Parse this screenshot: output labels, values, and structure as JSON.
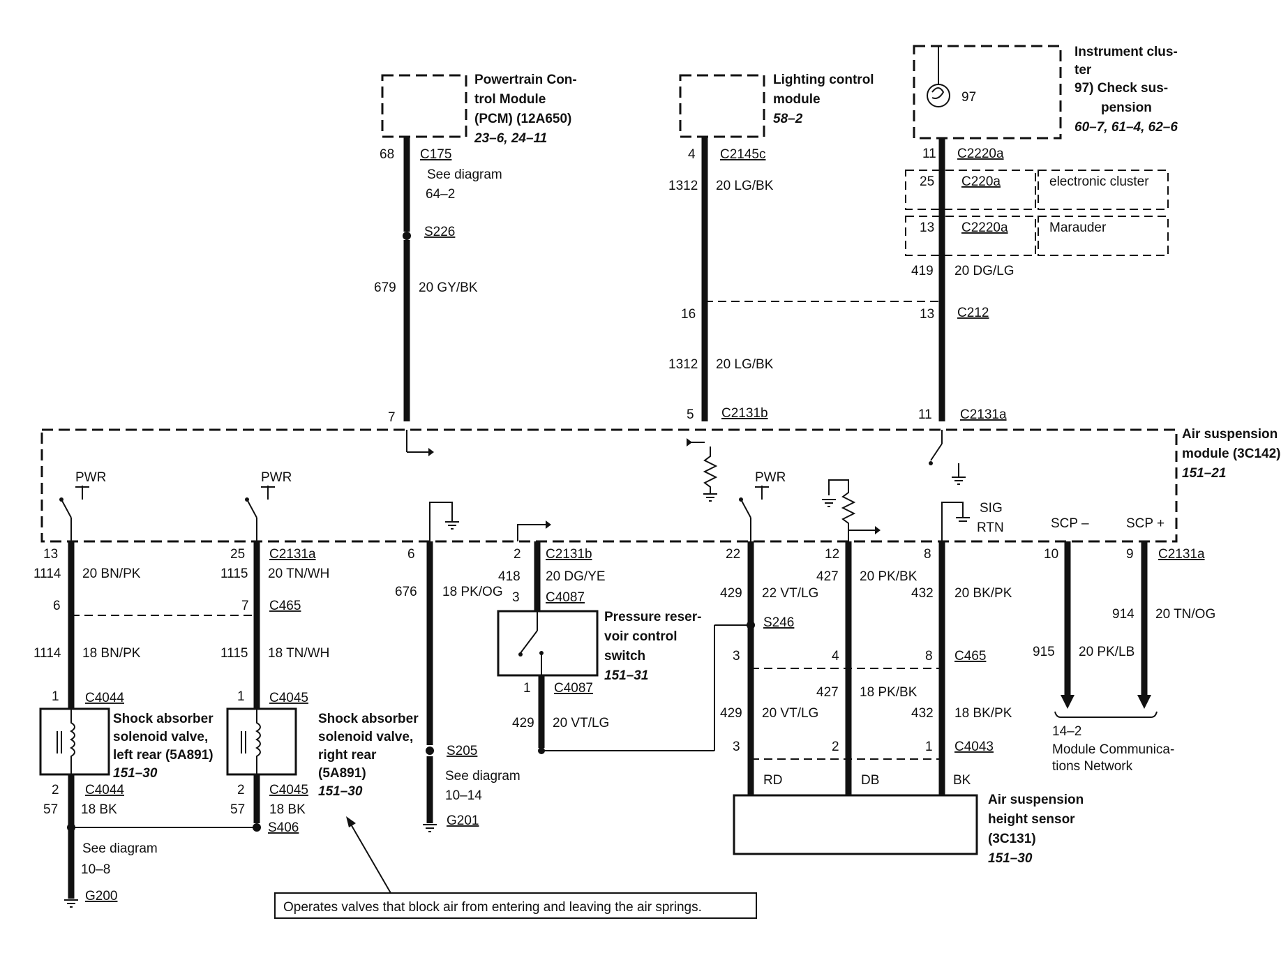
{
  "modules": {
    "pcm": {
      "name_lines": [
        "Powertrain Con-",
        "trol Module",
        "(PCM) (12A650)"
      ],
      "ref": "23–6, 24–11"
    },
    "lighting": {
      "name_lines": [
        "Lighting control",
        "module"
      ],
      "ref": "58–2"
    },
    "cluster": {
      "name_lines": [
        "Instrument clus-",
        "ter",
        "97) Check sus-",
        "pension"
      ],
      "ref": "60–7, 61–4, 62–6",
      "bulb_id": "97"
    },
    "air_susp": {
      "name_lines": [
        "Air suspension",
        "module (3C142)"
      ],
      "ref": "151–21"
    },
    "pressure_switch": {
      "name_lines": [
        "Pressure reser-",
        "voir control",
        "switch"
      ],
      "ref": "151–31"
    },
    "shock_lr": {
      "name_lines": [
        "Shock absorber",
        "solenoid valve,",
        "left rear (5A891)"
      ],
      "ref": "151–30"
    },
    "shock_rr": {
      "name_lines": [
        "Shock absorber",
        "solenoid valve,",
        "right rear",
        "(5A891)"
      ],
      "ref": "151–30"
    },
    "height_sensor": {
      "name_lines": [
        "Air suspension",
        "height sensor",
        "(3C131)"
      ],
      "ref": "151–30"
    }
  },
  "variants": {
    "electronic": "electronic cluster",
    "marauder": "Marauder"
  },
  "labels": {
    "pcm_c175_pin": "68",
    "pcm_c175": "C175",
    "see_diagram": "See diagram",
    "ref_64_2": "64–2",
    "s226": "S226",
    "c679": "679",
    "w_20gybk": "20 GY/BK",
    "pcm_pin7": "7",
    "lcm_pin4": "4",
    "lcm_c2145c": "C2145c",
    "c1312": "1312",
    "w_20lgbk": "20 LG/BK",
    "pin16": "16",
    "pin5": "5",
    "c2131b": "C2131b",
    "pin11": "11",
    "c2220a": "C2220a",
    "pin25": "25",
    "c220a": "C220a",
    "pin13": "13",
    "c419": "419",
    "w_20dglg": "20 DG/LG",
    "c212": "C212",
    "c2131a": "C2131a",
    "pwr": "PWR",
    "sig": "SIG",
    "rtn": "RTN",
    "scp_minus": "SCP –",
    "scp_plus": "SCP +",
    "pin6": "6",
    "pin2": "2",
    "pin22": "22",
    "pin12": "12",
    "pin8": "8",
    "pin10": "10",
    "pin9": "9",
    "c1114": "1114",
    "w_20bnpk": "20 BN/PK",
    "c1115": "1115",
    "w_20tnwh": "20 TN/WH",
    "pin7b": "7",
    "c465": "C465",
    "w_18bnpk": "18 BN/PK",
    "w_18tnwh": "18 TN/WH",
    "c676": "676",
    "w_18pkog": "18 PK/OG",
    "c418": "418",
    "w_20dgye": "20 DG/YE",
    "pin3": "3",
    "c4087": "C4087",
    "pin1": "1",
    "c429": "429",
    "w_20vtlg": "20 VT/LG",
    "w_22vtlg": "22 VT/LG",
    "s246": "S246",
    "c427": "427",
    "w_20pkbk": "20 PK/BK",
    "c432": "432",
    "w_20bkpk": "20 BK/PK",
    "c914": "914",
    "w_20tnog": "20 TN/OG",
    "c915": "915",
    "w_20pklb": "20 PK/LB",
    "pin4": "4",
    "w_18pkbk": "18 PK/BK",
    "w_18bkpk": "18 BK/PK",
    "c4043": "C4043",
    "rd": "RD",
    "db": "DB",
    "bk": "BK",
    "c4044": "C4044",
    "c4045": "C4045",
    "c57": "57",
    "w_18bk": "18 BK",
    "s406": "S406",
    "ref_10_8": "10–8",
    "g200": "G200",
    "s205": "S205",
    "ref_10_14": "10–14",
    "g201": "G201",
    "scp_ref": "14–2",
    "scp_net_lines": [
      "Module Communica-",
      "tions Network"
    ],
    "pin25b": "25"
  },
  "callout": "Operates valves that block air from entering and leaving the air springs."
}
